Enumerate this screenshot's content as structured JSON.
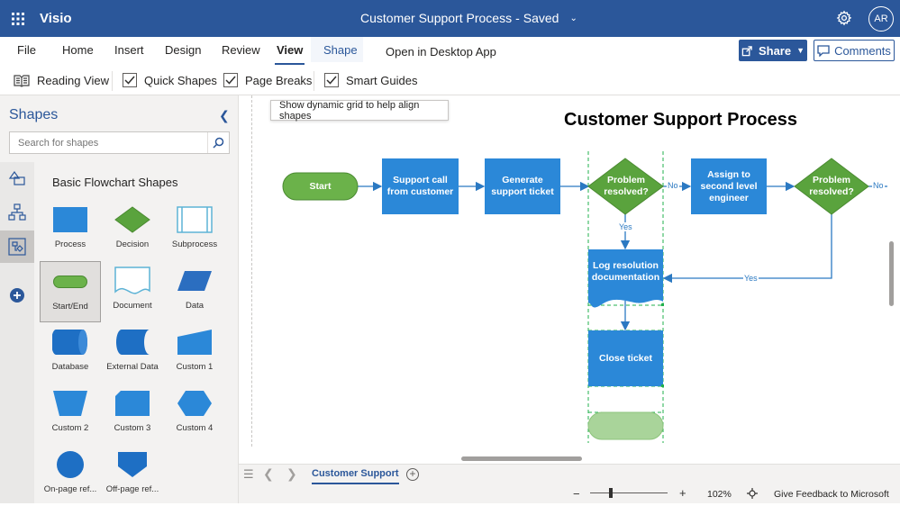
{
  "app": {
    "name": "Visio",
    "doc_title": "Customer Support Process",
    "save_status": "Saved",
    "user_initials": "AR"
  },
  "menu": {
    "tabs": [
      "File",
      "Home",
      "Insert",
      "Design",
      "Review",
      "View",
      "Shape",
      "Open in Desktop App"
    ],
    "active_tab": "View",
    "share_label": "Share",
    "comments_label": "Comments"
  },
  "ribbon": {
    "reading_view": "Reading View",
    "quick_shapes": {
      "label": "Quick Shapes",
      "checked": true
    },
    "page_breaks": {
      "label": "Page Breaks",
      "checked": true
    },
    "smart_guides": {
      "label": "Smart Guides",
      "checked": true
    },
    "tooltip": "Show dynamic grid to help align shapes"
  },
  "shapes_panel": {
    "title": "Shapes",
    "search_placeholder": "Search for shapes",
    "stencil_title": "Basic Flowchart Shapes",
    "shapes": [
      "Process",
      "Decision",
      "Subprocess",
      "Start/End",
      "Document",
      "Data",
      "Database",
      "External Data",
      "Custom 1",
      "Custom 2",
      "Custom 3",
      "Custom 4",
      "On-page ref...",
      "Off-page ref..."
    ],
    "selected_shape": "Start/End"
  },
  "diagram": {
    "title": "Customer Support Process",
    "nodes": {
      "start": "Start",
      "support_call": "Support call from customer",
      "generate_ticket": "Generate support ticket",
      "problem_resolved_1": "Problem resolved?",
      "assign_engineer": "Assign to second level engineer",
      "problem_resolved_2": "Problem resolved?",
      "log_resolution": "Log resolution documentation",
      "close_ticket": "Close ticket"
    },
    "edge_labels": {
      "no1": "No",
      "no2": "No",
      "yes1": "Yes",
      "yes2": "Yes"
    },
    "colors": {
      "process": "#2b88d8",
      "start": "#6bb24a",
      "decision": "#5aa33d",
      "connector": "#2b79c2",
      "guide": "#22b14c"
    }
  },
  "pages": {
    "active": "Customer Support"
  },
  "status": {
    "zoom": "102%",
    "feedback": "Give Feedback to Microsoft"
  }
}
